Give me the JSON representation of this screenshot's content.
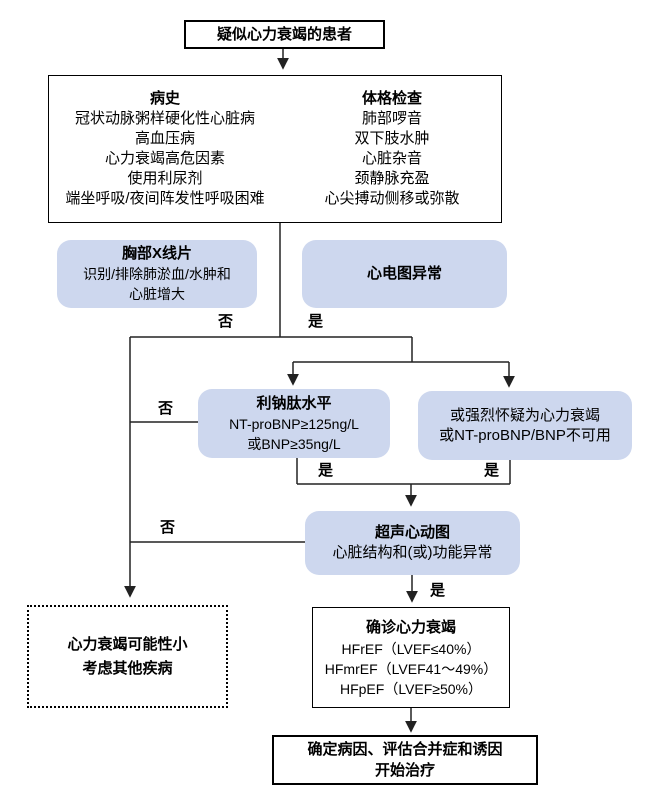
{
  "colors": {
    "node_fill": "#cdd7ee",
    "line": "#222222"
  },
  "edge_labels": {
    "no": "否",
    "yes": "是"
  },
  "nodes": {
    "title": {
      "text": "疑似心力衰竭的患者"
    },
    "assessment": {
      "history": {
        "heading": "病史",
        "items": [
          "冠状动脉粥样硬化性心脏病",
          "高血压病",
          "心力衰竭高危因素",
          "使用利尿剂",
          "端坐呼吸/夜间阵发性呼吸困难"
        ]
      },
      "physical": {
        "heading": "体格检查",
        "items": [
          "肺部啰音",
          "双下肢水肿",
          "心脏杂音",
          "颈静脉充盈",
          "心尖搏动侧移或弥散"
        ]
      }
    },
    "chest_xray": {
      "heading": "胸部X线片",
      "line1": "识别/排除肺淤血/水肿和",
      "line2": "心脏增大"
    },
    "ecg": {
      "text": "心电图异常"
    },
    "natriuretic": {
      "heading": "利钠肽水平",
      "line1": "NT-proBNP≥125ng/L",
      "line2": "或BNP≥35ng/L"
    },
    "suspicion": {
      "line1": "或强烈怀疑为心力衰竭",
      "line2": "或NT-proBNP/BNP不可用"
    },
    "echo": {
      "heading": "超声心动图",
      "line1": "心脏结构和(或)功能异常"
    },
    "unlikely": {
      "line1": "心力衰竭可能性小",
      "line2": "考虑其他疾病"
    },
    "confirmed": {
      "heading": "确诊心力衰竭",
      "line1": "HFrEF（LVEF≤40%）",
      "line2": "HFmrEF（LVEF41～49%）",
      "line3": "HFpEF（LVEF≥50%）"
    },
    "treatment": {
      "line1": "确定病因、评估合并症和诱因",
      "line2": "开始治疗"
    }
  }
}
